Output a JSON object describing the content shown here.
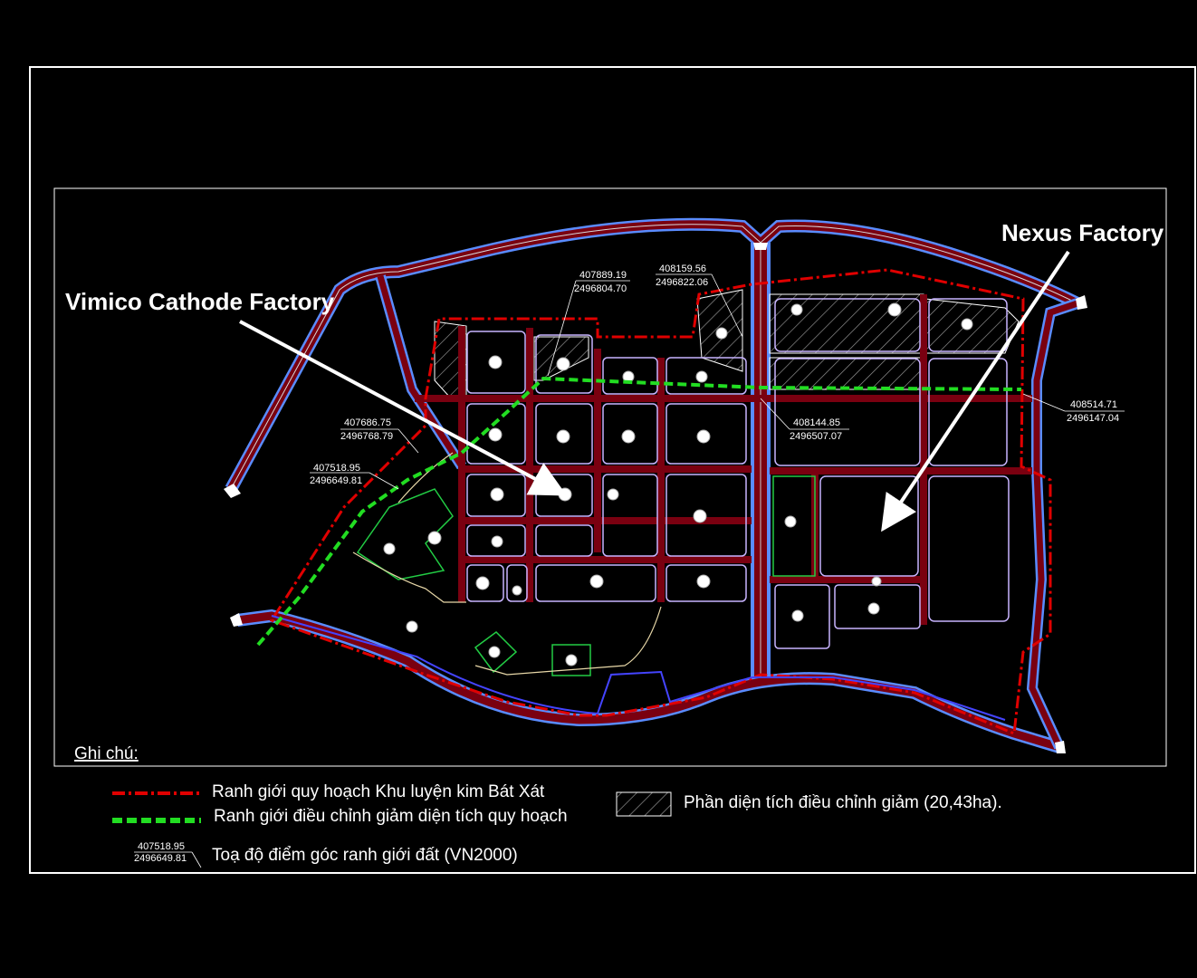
{
  "labels": {
    "vimico": "Vimico Cathode Factory",
    "nexus": "Nexus Factory"
  },
  "coordinates": [
    {
      "e": "407889.19",
      "n": "2496804.70"
    },
    {
      "e": "408159.56",
      "n": "2496822.06"
    },
    {
      "e": "407686.75",
      "n": "2496768.79"
    },
    {
      "e": "407518.95",
      "n": "2496649.81"
    },
    {
      "e": "408144.85",
      "n": "2496507.07"
    },
    {
      "e": "408514.71",
      "n": "2496147.04"
    }
  ],
  "legend": {
    "title": "Ghi chú:",
    "items": [
      {
        "text": "Ranh giới quy hoạch Khu luyện kim Bát Xát"
      },
      {
        "text": "Ranh giới điều chỉnh giảm diện tích quy hoạch"
      },
      {
        "text": "Phần diện tích điều chỉnh giảm (20,43ha)."
      },
      {
        "text": "Toạ độ điểm góc ranh giới đất (VN2000)",
        "sample_e": "407518.95",
        "sample_n": "2496649.81"
      }
    ]
  },
  "colors": {
    "background": "#000000",
    "frame": "#ffffff",
    "plan_boundary": "#e00000",
    "reduction_boundary": "#22dd22",
    "road_outer": "#5a8cff",
    "road_fill": "#7a0010",
    "plot_outline": "#c8b4ff",
    "arrow": "#ffffff"
  }
}
